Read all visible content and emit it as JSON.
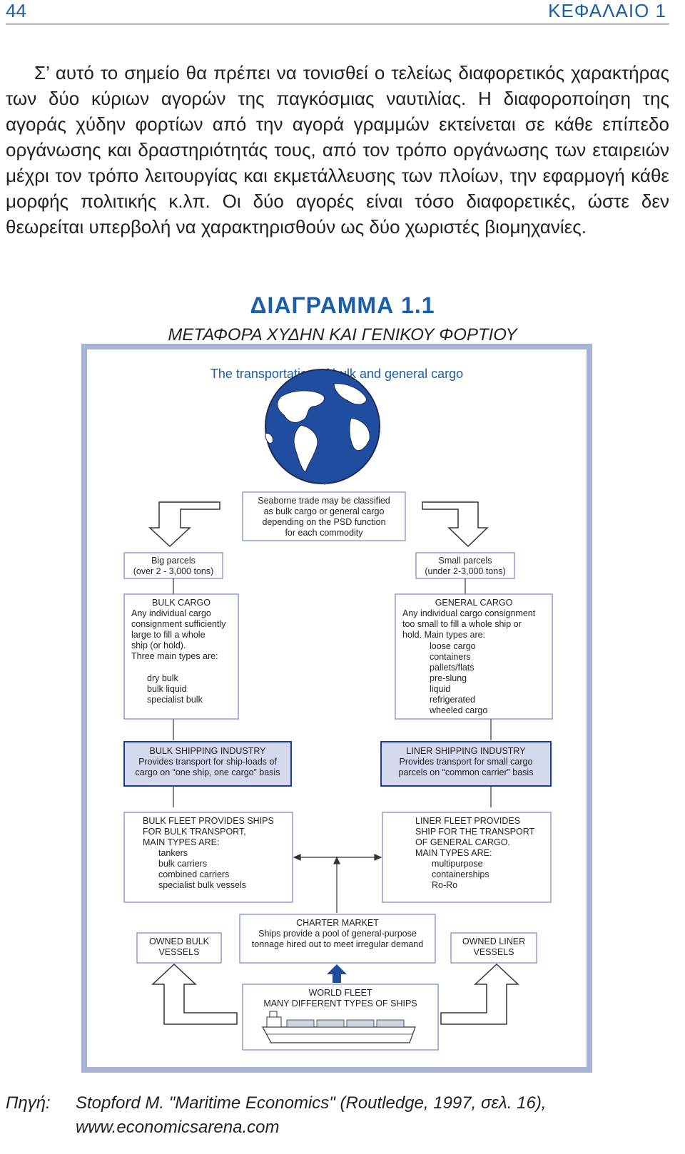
{
  "page": {
    "number": "44",
    "chapter": "ΚΕΦΑΛΑΙΟ 1"
  },
  "paragraph": "Σ’ αυτό το σημείο θα πρέπει να τονισθεί ο τελείως διαφορετικός χαρακτήρας των δύο κύριων αγορών της παγκόσμιας ναυτιλίας. Η διαφοροποίηση της αγοράς χύδην φορτίων από την αγορά γραμμών εκτείνεται σε κάθε επίπεδο οργάνωσης και δραστηριότητάς τους, από τον τρόπο οργάνωσης των εταιρειών μέχρι τον τρόπο λειτουργίας και εκμετάλλευσης των πλοίων, την εφαρμογή κάθε μορφής πολιτικής κ.λπ. Οι δύο αγορές είναι τόσο διαφορετικές, ώστε δεν θεωρείται υπερβολή να χαρακτηρισθούν ως δύο χωριστές βιομηχανίες.",
  "figure": {
    "title": "ΔΙΑΓΡΑΜΜΑ 1.1",
    "subtitle": "ΜΕΤΑΦΟΡΑ ΧΥΔΗΝ ΚΑΙ ΓΕΝΙΚΟΥ ΦΟΡΤΙΟΥ",
    "heading": "The transportation of bulk and general cargo",
    "boxes": {
      "seaborne": [
        "Seaborne trade may be classified",
        "as bulk cargo or general cargo",
        "depending on the PSD function",
        "for each commodity"
      ],
      "big_parcels": [
        "Big parcels",
        "(over 2 - 3,000 tons)"
      ],
      "small_parcels": [
        "Small parcels",
        "(under 2-3,000 tons)"
      ],
      "bulk_cargo": {
        "title": "BULK CARGO",
        "lines": [
          "Any individual cargo",
          "consignment sufficiently",
          "large to fill a whole",
          "ship (or hold).",
          "Three main types are:"
        ],
        "types": [
          "dry bulk",
          "bulk liquid",
          "specialist bulk"
        ]
      },
      "general_cargo": {
        "title": "GENERAL CARGO",
        "lines": [
          "Any individual cargo consignment",
          "too small to fill a whole ship or",
          "hold. Main types are:"
        ],
        "types": [
          "loose cargo",
          "containers",
          "pallets/flats",
          "pre-slung",
          "liquid",
          "refrigerated",
          "wheeled cargo"
        ]
      },
      "bulk_industry": [
        "BULK SHIPPING INDUSTRY",
        "Provides transport for ship-loads of",
        "cargo on “one ship, one cargo” basis"
      ],
      "liner_industry": [
        "LINER SHIPPING INDUSTRY",
        "Provides transport for small cargo",
        "parcels on “common carrier” basis"
      ],
      "bulk_fleet": {
        "lines": [
          "BULK FLEET PROVIDES SHIPS",
          "FOR BULK TRANSPORT,",
          "MAIN TYPES ARE:"
        ],
        "types": [
          "tankers",
          "bulk carriers",
          "combined carriers",
          "specialist bulk vessels"
        ]
      },
      "liner_fleet": {
        "lines": [
          "LINER FLEET PROVIDES",
          "SHIP FOR THE TRANSPORT",
          "OF GENERAL CARGO.",
          "MAIN TYPES ARE:"
        ],
        "types": [
          "multipurpose",
          "containerships",
          "Ro-Ro"
        ]
      },
      "charter": [
        "CHARTER MARKET",
        "Ships provide a pool of general-purpose",
        "tonnage hired out to meet irregular demand"
      ],
      "owned_bulk": [
        "OWNED BULK",
        "VESSELS"
      ],
      "owned_liner": [
        "OWNED LINER",
        "VESSELS"
      ],
      "world_fleet": [
        "WORLD FLEET",
        "MANY DIFFERENT TYPES OF SHIPS"
      ]
    },
    "colors": {
      "accent": "#1a5ea8",
      "frame": "#a8b3d8",
      "highlight_fill": "#d4d9ee",
      "highlight_border": "#1f3f8f",
      "box_border": "#6f87c2",
      "globe": "#1f4ea1"
    }
  },
  "caption": {
    "label": "Πηγή:",
    "text": "Stopford M. \"Maritime Economics\" (Routledge, 1997, σελ. 16),",
    "url": "www.economicsarena.com"
  }
}
